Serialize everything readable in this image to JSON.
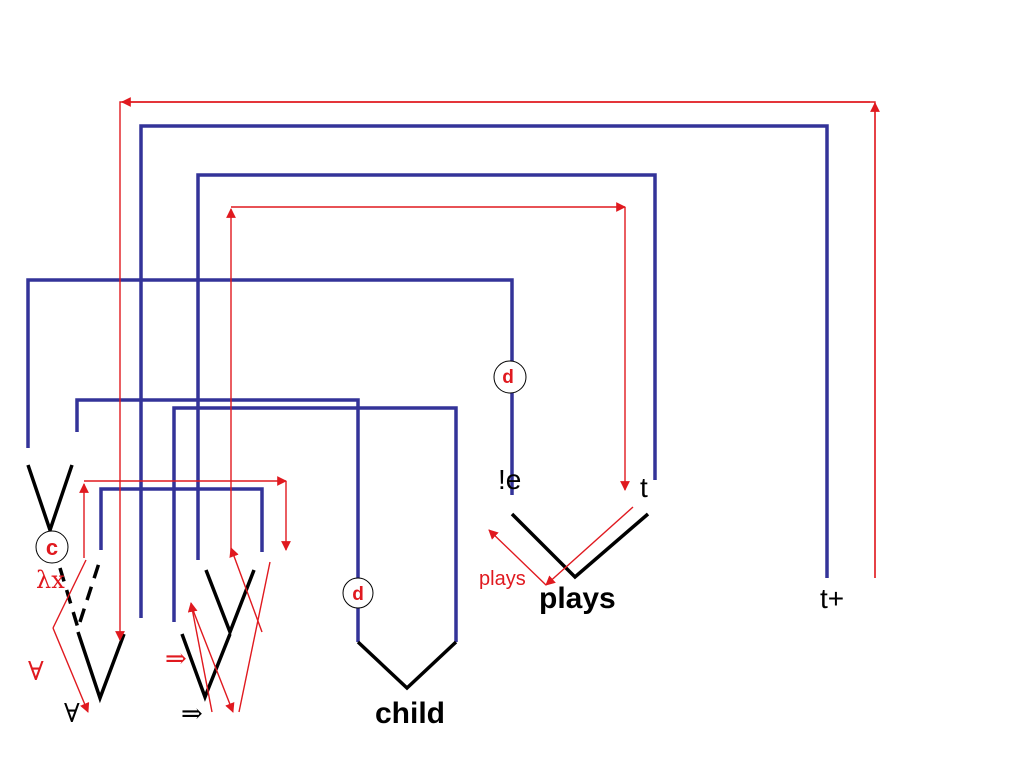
{
  "colors": {
    "proof_link": "#333399",
    "axiom_link": "#000000",
    "path": "#e0191f"
  },
  "labels": {
    "forall_black": "∀",
    "forall_red": "∀",
    "implies_black": "⇒",
    "implies_red": "⇒",
    "lambda_x": "λx",
    "child": "child",
    "plays_bold": "plays",
    "plays_red": "plays",
    "bang_e": "!e",
    "t": "t",
    "t_plus": "t+",
    "marker_c": "c",
    "marker_d_left": "d",
    "marker_d_right": "d"
  }
}
